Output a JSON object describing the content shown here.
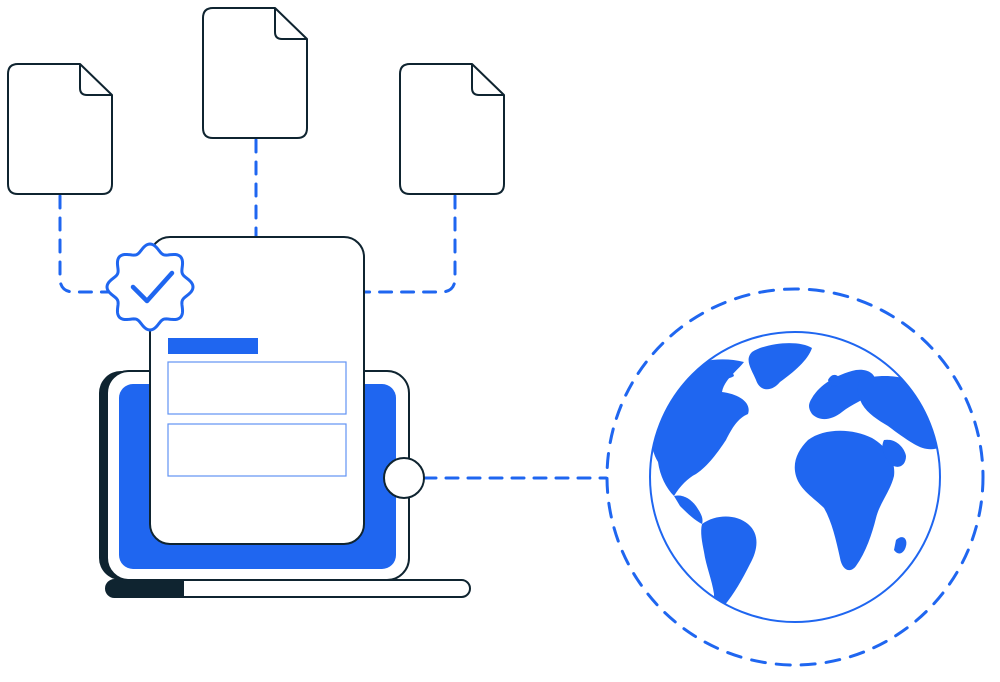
{
  "illustration": {
    "documents": [
      {
        "label": "document-left"
      },
      {
        "label": "document-center"
      },
      {
        "label": "document-right"
      }
    ],
    "form": {
      "fields": [
        {
          "value": ""
        },
        {
          "value": ""
        }
      ]
    },
    "icons": [
      "document-icon",
      "verified-badge-icon",
      "laptop-icon",
      "globe-icon",
      "world-map-icon"
    ]
  },
  "colors": {
    "accent": "#1f66f0",
    "outline": "#0f2430",
    "fill": "#ffffff",
    "laptop_base_dark": "#0f2430"
  }
}
